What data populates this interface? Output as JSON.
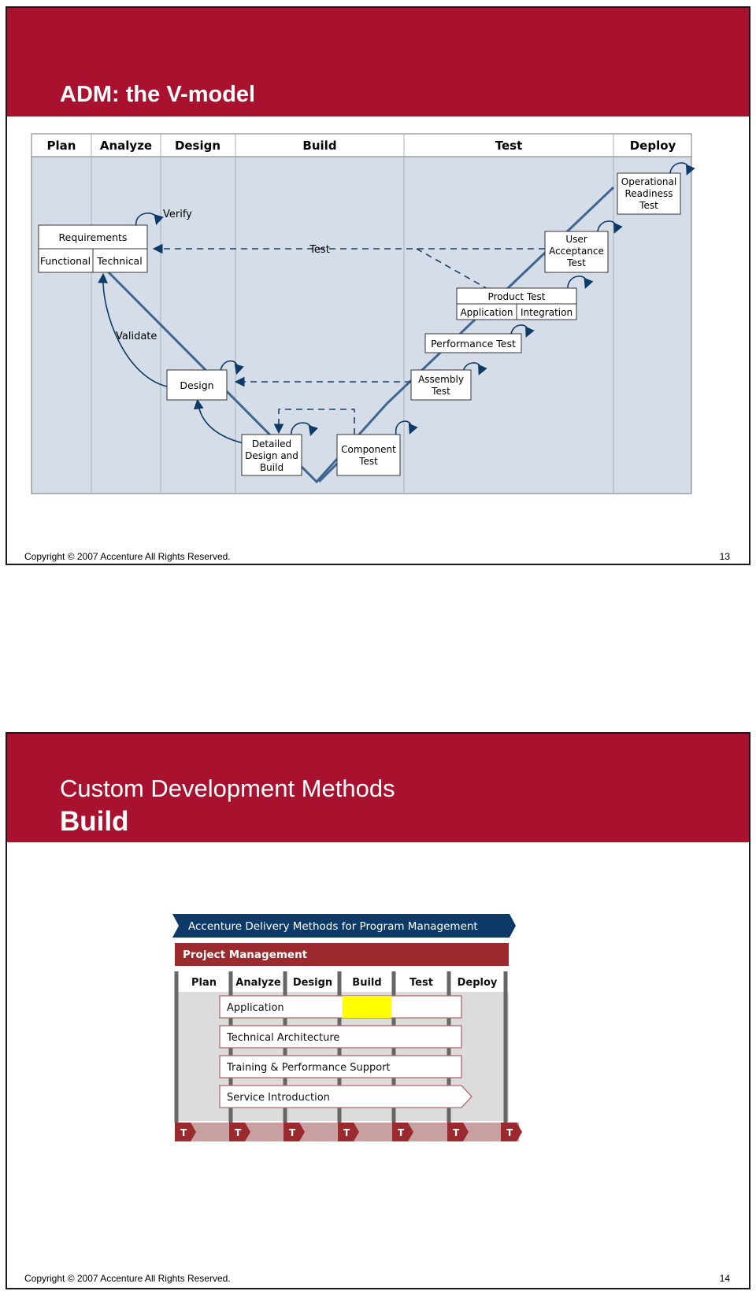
{
  "slide1": {
    "title": "ADM: the V-model",
    "footer": "Copyright © 2007 Accenture All Rights Reserved.",
    "page_number": "13",
    "phases": [
      "Plan",
      "Analyze",
      "Design",
      "Build",
      "Test",
      "Deploy"
    ],
    "boxes": {
      "requirements": "Requirements",
      "functional": "Functional",
      "technical": "Technical",
      "design": "Design",
      "detailed_1": "Detailed",
      "detailed_2": "Design and",
      "detailed_3": "Build",
      "component_1": "Component",
      "component_2": "Test",
      "assembly_1": "Assembly",
      "assembly_2": "Test",
      "performance": "Performance Test",
      "product": "Product Test",
      "application": "Application",
      "integration": "Integration",
      "uat_1": "User",
      "uat_2": "Acceptance",
      "uat_3": "Test",
      "ort_1": "Operational",
      "ort_2": "Readiness",
      "ort_3": "Test"
    },
    "labels": {
      "verify": "Verify",
      "test": "Test",
      "validate": "Validate"
    }
  },
  "slide2": {
    "title_line1": "Custom Development Methods",
    "title_line2": "Build",
    "footer": "Copyright © 2007 Accenture All Rights Reserved.",
    "page_number": "14",
    "banner_top": "Accenture Delivery Methods for Program Management",
    "banner_pm": "Project Management",
    "phases": [
      "Plan",
      "Analyze",
      "Design",
      "Build",
      "Test",
      "Deploy"
    ],
    "rows": [
      "Application",
      "Technical Architecture",
      "Training & Performance Support",
      "Service Introduction"
    ],
    "highlight_phase": "Build",
    "highlight_color": "#ffff00",
    "tollgate": "T",
    "colors": {
      "brand": "#a8122f",
      "navy": "#0e3a68",
      "pm_red": "#9b2a2e",
      "lines": "#1f4a7a"
    }
  }
}
